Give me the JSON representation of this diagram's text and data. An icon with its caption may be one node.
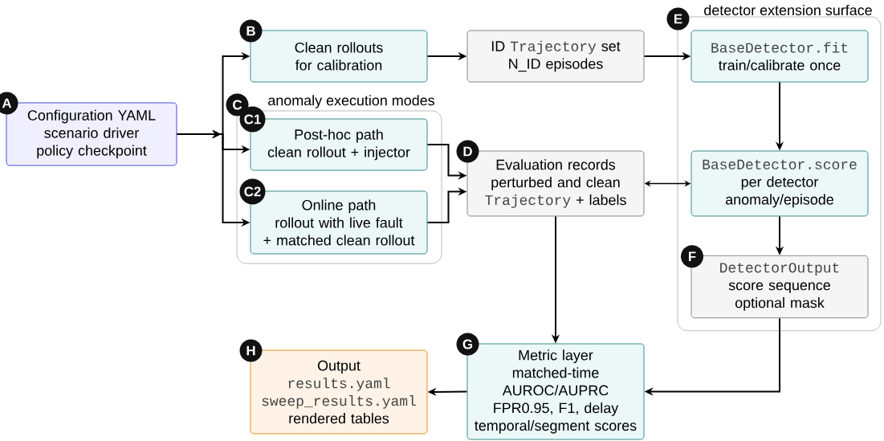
{
  "diagram": {
    "nodes": [
      {
        "text": [
          "A",
          "Configuration YAML",
          "scenario driver",
          "policy checkpoint"
        ]
      },
      {
        "text": [
          "B",
          "Clean rollouts for calibration"
        ]
      },
      {
        "text": [
          "ID",
          "Trajectory",
          "set",
          "N_ID episodes"
        ]
      },
      {
        "text": [
          "C",
          "anomaly execution modes"
        ]
      },
      {
        "text": [
          "C1",
          "Post-hoc path",
          "clean rollout + injector"
        ],
        "in": 3
      },
      {
        "text": [
          "C2",
          "Online path",
          "rollout with live fault",
          "+ matched clean rollout"
        ],
        "in": 3
      },
      {
        "text": [
          "D",
          "Evaluation records",
          "perturbed and clean",
          "Trajectory",
          "+ labels"
        ]
      },
      {
        "text": [
          "E",
          "detector extension surface"
        ]
      },
      {
        "text": [
          "BaseDetector.fit",
          "train/calibrate once"
        ],
        "in": 7
      },
      {
        "text": [
          "BaseDetector.score",
          "per detector",
          "anomaly/episode"
        ],
        "in": 7
      },
      {
        "text": [
          "F",
          "DetectorOutput",
          "score sequence",
          "optional mask"
        ],
        "in": 7
      },
      {
        "text": [
          "G",
          "Metric layer",
          "matched-time",
          "AUROC/AUPRC",
          "FPR0.95, F1, delay",
          "temporal/segment scores"
        ]
      },
      {
        "text": [
          "H",
          "Output",
          "results.yaml",
          "sweep_results.yaml",
          "rendered tables"
        ]
      }
    ],
    "edges": [
      {
        "from": 0,
        "to": 1,
        "arrow": "to"
      },
      {
        "from": 0,
        "to": 4,
        "arrow": "to"
      },
      {
        "from": 0,
        "to": 5,
        "arrow": "to"
      },
      {
        "from": 1,
        "to": 2,
        "arrow": "to"
      },
      {
        "from": 2,
        "to": 8,
        "arrow": "to"
      },
      {
        "from": 4,
        "to": 6,
        "arrow": "to"
      },
      {
        "from": 5,
        "to": 6,
        "arrow": "to"
      },
      {
        "from": 6,
        "to": 9,
        "arrow": "both"
      },
      {
        "from": 8,
        "to": 9,
        "arrow": "to"
      },
      {
        "from": 9,
        "to": 10,
        "arrow": "to"
      },
      {
        "from": 6,
        "to": 11,
        "arrow": "to"
      },
      {
        "from": 10,
        "to": 11,
        "arrow": "to"
      },
      {
        "from": 11,
        "to": 12,
        "arrow": "to"
      }
    ]
  }
}
